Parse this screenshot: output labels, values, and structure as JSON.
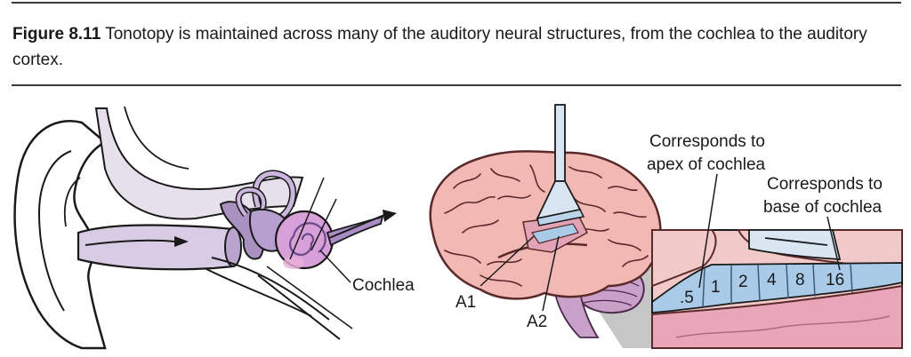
{
  "caption": {
    "figure_number": "Figure 8.11",
    "text": " Tonotopy is maintained across many of the auditory neural structures, from the cochlea to the auditory cortex."
  },
  "labels": {
    "cochlea": "Cochlea",
    "a1": "A1",
    "a2": "A2",
    "apex_line1": "Corresponds to",
    "apex_line2": "apex of cochlea",
    "base_line1": "Corresponds to",
    "base_line2": "base of cochlea"
  },
  "frequency_bands": [
    ".5",
    "1",
    "2",
    "4",
    "8",
    "16"
  ],
  "colors": {
    "ear_purple": "#c9b8d8",
    "ear_dark": "#8e78a8",
    "cochlea_pink": "#d8a0d0",
    "brain_pink": "#f2b9b4",
    "brain_outline": "#5a2a2a",
    "cerebellum": "#c9a0c6",
    "tonotopic_blue": "#a9cbe8",
    "inset_pink": "#e9a6b8",
    "inset_bg": "#f1c8c8",
    "gray_zoom": "#bdbdbd"
  }
}
